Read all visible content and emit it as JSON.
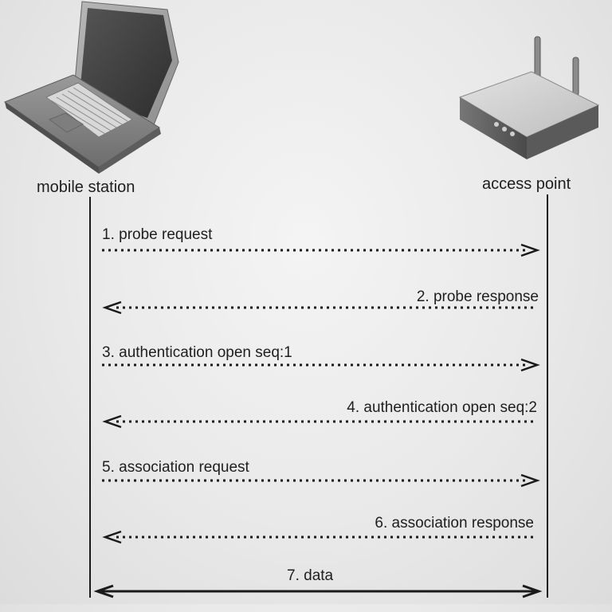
{
  "actors": {
    "left": {
      "label": "mobile station",
      "icon": "laptop-icon"
    },
    "right": {
      "label": "access point",
      "icon": "router-icon"
    }
  },
  "messages": [
    {
      "label": "1. probe request",
      "direction": "right",
      "style": "dotted"
    },
    {
      "label": "2. probe response",
      "direction": "left",
      "style": "dotted"
    },
    {
      "label": "3. authentication open seq:1",
      "direction": "right",
      "style": "dotted"
    },
    {
      "label": "4. authentication open seq:2",
      "direction": "left",
      "style": "dotted"
    },
    {
      "label": "5. association request",
      "direction": "right",
      "style": "dotted"
    },
    {
      "label": "6. association response",
      "direction": "left",
      "style": "dotted"
    },
    {
      "label": "7. data",
      "direction": "both",
      "style": "solid"
    }
  ],
  "colors": {
    "line": "#1a1a1a",
    "text": "#1e1e1e"
  }
}
